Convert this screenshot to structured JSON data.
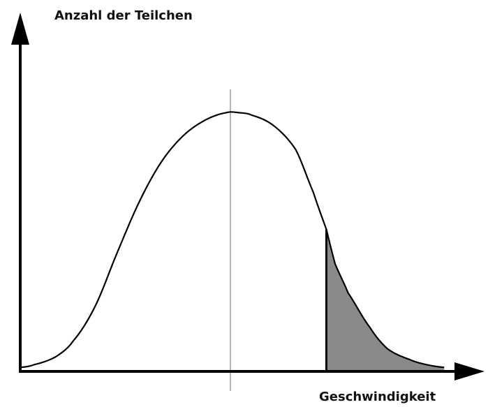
{
  "chart_data": {
    "type": "area",
    "title": "",
    "ylabel": "Anzahl der Teilchen",
    "xlabel": "Geschwindigkeit",
    "grid": false,
    "legend": "none",
    "xlim": [
      0,
      100
    ],
    "ylim": [
      0,
      100
    ],
    "series": [
      {
        "x": [
          0,
          3,
          8,
          12,
          17,
          22,
          27,
          32,
          37,
          42,
          47,
          50,
          53,
          58,
          63,
          67,
          70,
          72,
          75,
          80,
          84,
          89,
          93,
          97
        ],
        "y": [
          1,
          2,
          5,
          11,
          24,
          44,
          63,
          78,
          88,
          94,
          97,
          97,
          96,
          92,
          83,
          67,
          53,
          40,
          29,
          16,
          8,
          4,
          2,
          1
        ]
      }
    ],
    "mean_line_x": 48,
    "shaded_region": {
      "from_x": 70,
      "to_x": 97
    },
    "colors": {
      "curve": "#000000",
      "shade": "#8a8a8a",
      "mean_line": "#b4b4b4",
      "axis": "#000000"
    }
  }
}
